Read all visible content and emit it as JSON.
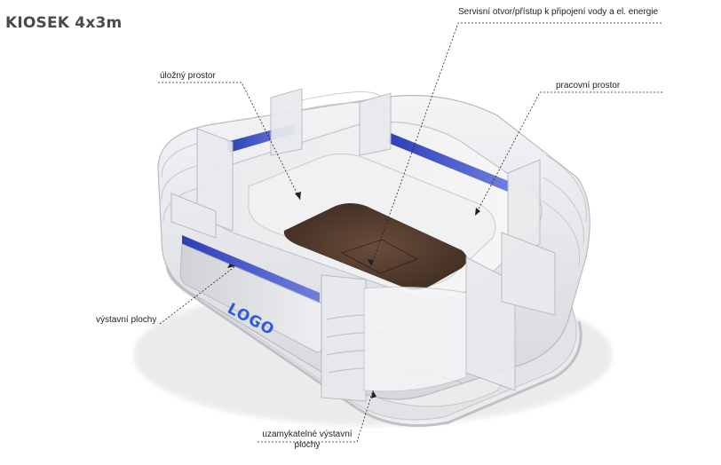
{
  "title": "KIOSEK 4x3m",
  "logo_text": "LOGO",
  "labels": {
    "service": "Servisní otvor/přístup k připojení vody a el. energie",
    "storage": "úložný prostor",
    "workspace": "pracovní prostor",
    "display": "výstavní plochy",
    "lockable_display_line1": "uzamykatelné výstavní",
    "lockable_display_line2": "plochy"
  },
  "colors": {
    "accent_blue": "#3b4fc8",
    "floor_brown": "#4f3a2e",
    "logo_blue": "#2f5bd6"
  }
}
